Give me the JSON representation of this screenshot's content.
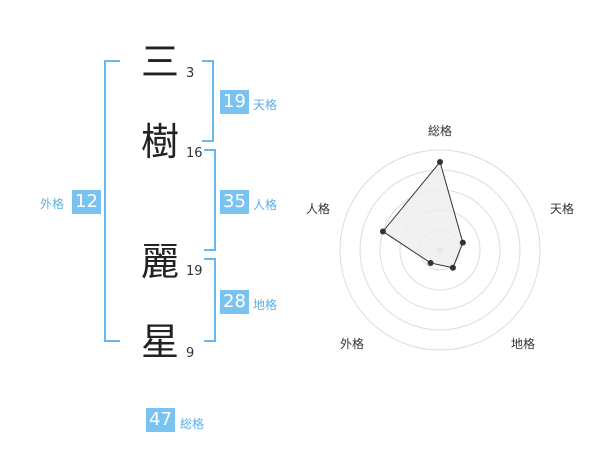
{
  "name": {
    "chars": [
      {
        "char": "三",
        "strokes": "3"
      },
      {
        "char": "樹",
        "strokes": "16"
      },
      {
        "char": "麗",
        "strokes": "19"
      },
      {
        "char": "星",
        "strokes": "9"
      }
    ]
  },
  "fortune": {
    "tenkaku": {
      "value": "19",
      "label": "天格"
    },
    "jinkaku": {
      "value": "35",
      "label": "人格"
    },
    "chikaku": {
      "value": "28",
      "label": "地格"
    },
    "gaikaku": {
      "value": "12",
      "label": "外格"
    },
    "soukaku": {
      "value": "47",
      "label": "総格"
    }
  },
  "colors": {
    "accent": "#7ac3f1",
    "bracket": "#69b7ef",
    "label": "#5bb0e8",
    "radar_fill": "#eeeeee",
    "radar_line": "#333333",
    "grid": "#dddddd"
  },
  "chart_data": {
    "type": "radar",
    "categories": [
      "総格",
      "天格",
      "地格",
      "外格",
      "人格"
    ],
    "values": [
      4.4,
      1.2,
      1.1,
      0.8,
      3.0
    ],
    "rlim": [
      0,
      5
    ],
    "rings": 5
  }
}
